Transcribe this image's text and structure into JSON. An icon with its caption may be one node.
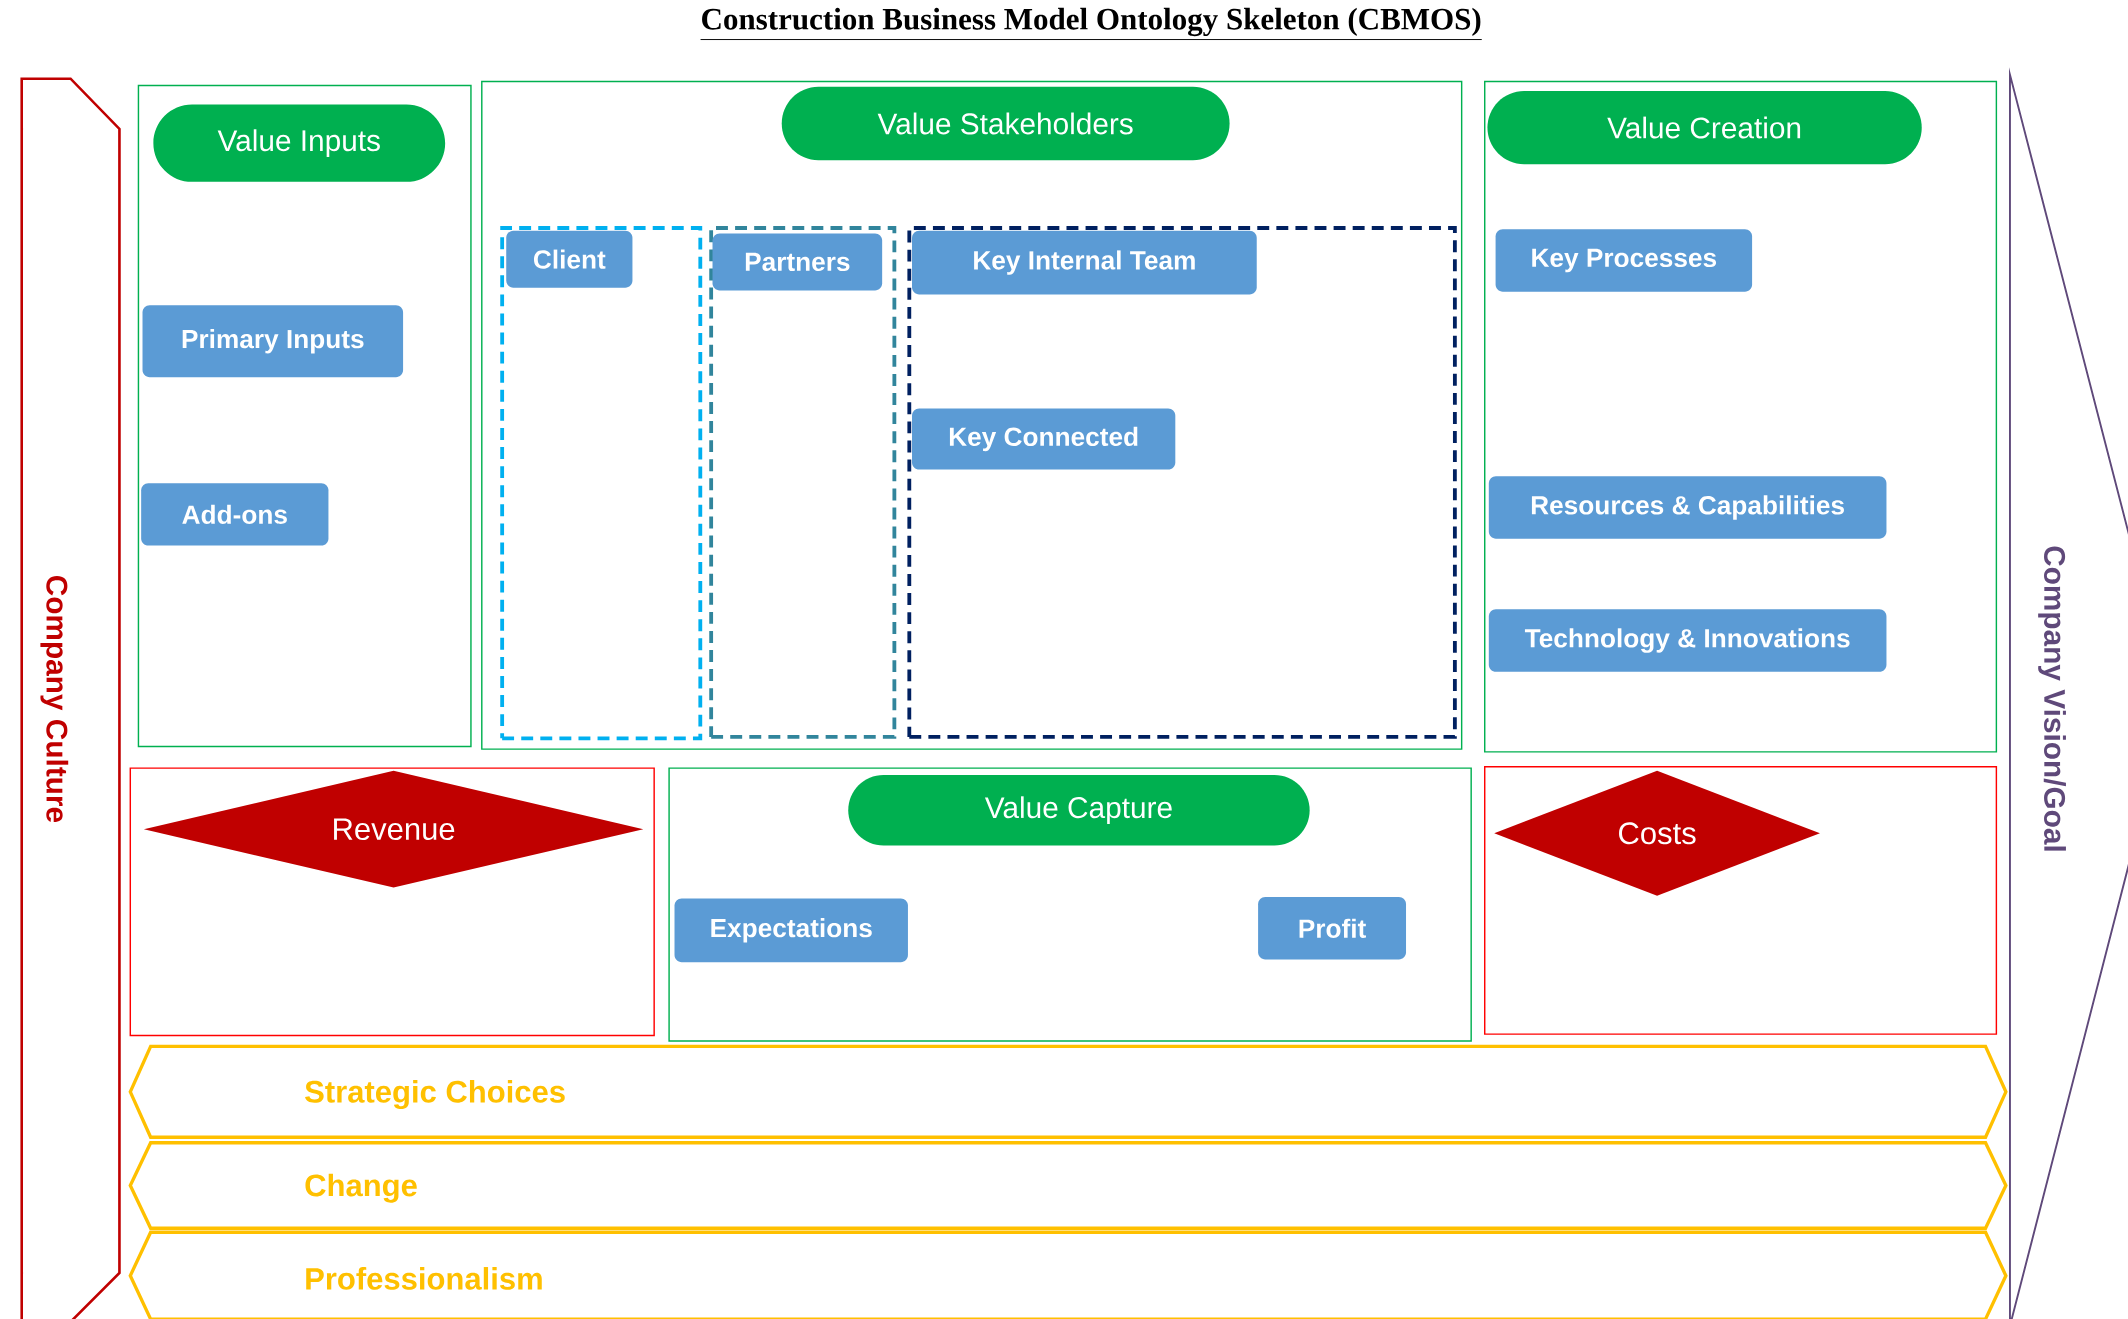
{
  "diagram": {
    "title": "Construction Business Model Ontology Skeleton (CBMOS)",
    "nodes": [
      {
        "text": [
          "Company Culture"
        ]
      },
      {
        "text": [],
        "shape": "box"
      },
      {
        "text": [
          "Value Inputs"
        ],
        "in": 1
      },
      {
        "text": [
          "Primary Inputs"
        ],
        "in": 1
      },
      {
        "text": [
          "Add-ons"
        ],
        "in": 1
      },
      {
        "text": [],
        "shape": "box"
      },
      {
        "text": [
          "Value Stakeholders"
        ],
        "in": 5
      },
      {
        "text": [],
        "shape": "box",
        "in": 5
      },
      {
        "text": [
          "Client"
        ],
        "in": 7
      },
      {
        "text": [],
        "shape": "box",
        "in": 5
      },
      {
        "text": [
          "Partners"
        ],
        "in": 9
      },
      {
        "text": [],
        "shape": "box",
        "in": 5
      },
      {
        "text": [
          "Key Internal Team"
        ],
        "in": 11
      },
      {
        "text": [
          "Key Connected"
        ],
        "in": 11
      },
      {
        "text": [],
        "shape": "box"
      },
      {
        "text": [
          "Value Creation"
        ],
        "in": 14
      },
      {
        "text": [
          "Key Processes"
        ],
        "in": 14
      },
      {
        "text": [
          "Resources & Capabilities"
        ],
        "in": 14
      },
      {
        "text": [
          "Technology & Innovations"
        ],
        "in": 14
      },
      {
        "text": [],
        "shape": "box"
      },
      {
        "text": [
          "Revenue"
        ],
        "in": 19
      },
      {
        "text": [],
        "shape": "box"
      },
      {
        "text": [
          "Value Capture"
        ],
        "in": 21
      },
      {
        "text": [
          "Expectations"
        ],
        "in": 21
      },
      {
        "text": [
          "Profit"
        ],
        "in": 21
      },
      {
        "text": [],
        "shape": "box"
      },
      {
        "text": [
          "Costs"
        ],
        "in": 25
      },
      {
        "text": [
          "Strategic Choices"
        ]
      },
      {
        "text": [
          "Change"
        ]
      },
      {
        "text": [
          "Professionalism"
        ]
      },
      {
        "text": [
          "Company Vision/Goal"
        ]
      }
    ],
    "edges": []
  }
}
